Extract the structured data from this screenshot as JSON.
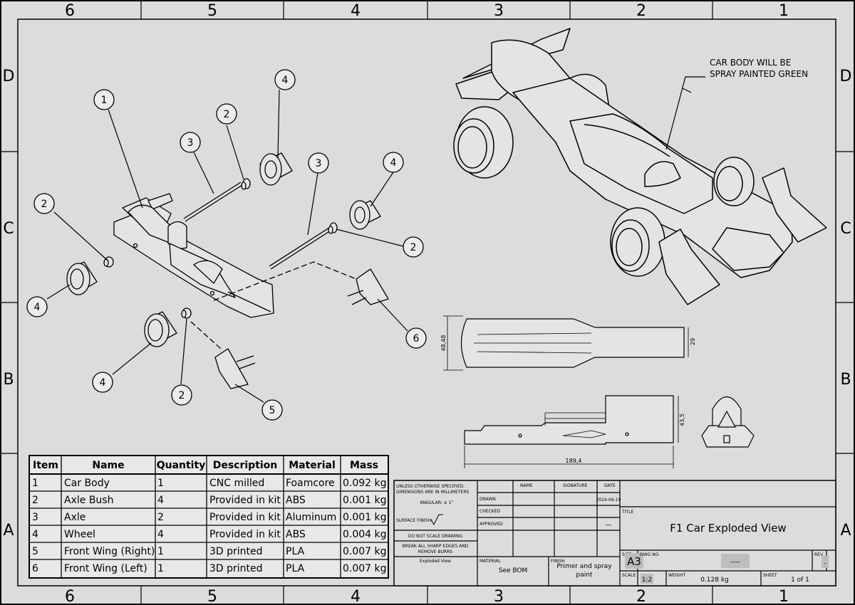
{
  "zones": {
    "columns": [
      "6",
      "5",
      "4",
      "3",
      "2",
      "1"
    ],
    "rows": [
      "D",
      "C",
      "B",
      "A"
    ]
  },
  "note": {
    "line1": "CAR BODY WILL BE",
    "line2": "SPRAY PAINTED GREEN"
  },
  "balloons": {
    "item1": "1",
    "item2": "2",
    "item3": "3",
    "item4": "4",
    "item5": "5",
    "item6": "6"
  },
  "dimensions": {
    "top_width": "48,48",
    "top_nose": "29",
    "side_height": "43,5",
    "side_length": "189,4"
  },
  "bom": {
    "headers": [
      "Item",
      "Name",
      "Quantity",
      "Description",
      "Material",
      "Mass"
    ],
    "rows": [
      [
        "1",
        "Car Body",
        "1",
        "CNC milled",
        "Foamcore",
        "0.092 kg"
      ],
      [
        "2",
        "Axle Bush",
        "4",
        "Provided in kit",
        "ABS",
        "0.001 kg"
      ],
      [
        "3",
        "Axle",
        "2",
        "Provided in kit",
        "Aluminum",
        "0.001 kg"
      ],
      [
        "4",
        "Wheel",
        "4",
        "Provided in kit",
        "ABS",
        "0.004 kg"
      ],
      [
        "5",
        "Front Wing (Right)",
        "1",
        "3D printed",
        "PLA",
        "0.007 kg"
      ],
      [
        "6",
        "Front Wing (Left)",
        "1",
        "3D printed",
        "PLA",
        "0.007 kg"
      ]
    ]
  },
  "title_block": {
    "tolerance_line1": "UNLESS OTHERWISE SPECIFIED,",
    "tolerance_line2": "DIMENSIONS ARE IN MILLIMETERS",
    "angular": "ANGULAR: ± 1°",
    "surface_finish": "SURFACE FINISH:",
    "name_header": "NAME",
    "signature_header": "SIGNATURE",
    "date_header": "DATE",
    "drawn": "DRAWN",
    "checked": "CHECKED",
    "approved": "APPROVED",
    "drawn_date": "2024-06-19",
    "approved_value": "—",
    "do_not_scale": "DO NOT SCALE DRAWING",
    "break_edges_1": "BREAK ALL SHARP EDGES AND",
    "break_edges_2": "REMOVE BURRS",
    "view_name": "Exploded View",
    "title_label": "TITLE",
    "title": "F1 Car Exploded View",
    "material_label": "MATERIAL",
    "material": "See BOM",
    "finish_label": "FINISH",
    "finish_line1": "Primer and spray",
    "finish_line2": "paint",
    "size_label": "SIZE",
    "size": "A3",
    "dwg_label": "DWG NO.",
    "dwg_no": "----",
    "rev_label": "REV",
    "rev": "-",
    "scale_label": "SCALE",
    "scale": "1:2",
    "weight_label": "WEIGHT",
    "weight": "0.128 kg",
    "sheet_label": "SHEET",
    "sheet": "1 of 1"
  }
}
